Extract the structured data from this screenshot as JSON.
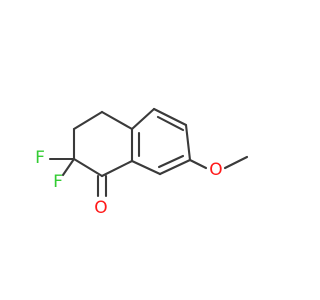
{
  "molecule": {
    "atoms": {
      "f_upper": "F",
      "f_lower": "F",
      "o_methoxy": "O",
      "o_carbonyl": "O"
    },
    "colors": {
      "bond": "#3a3a3a",
      "fluorine": "#33cc33",
      "oxygen": "#ff1a1a",
      "background": "#ffffff"
    }
  }
}
